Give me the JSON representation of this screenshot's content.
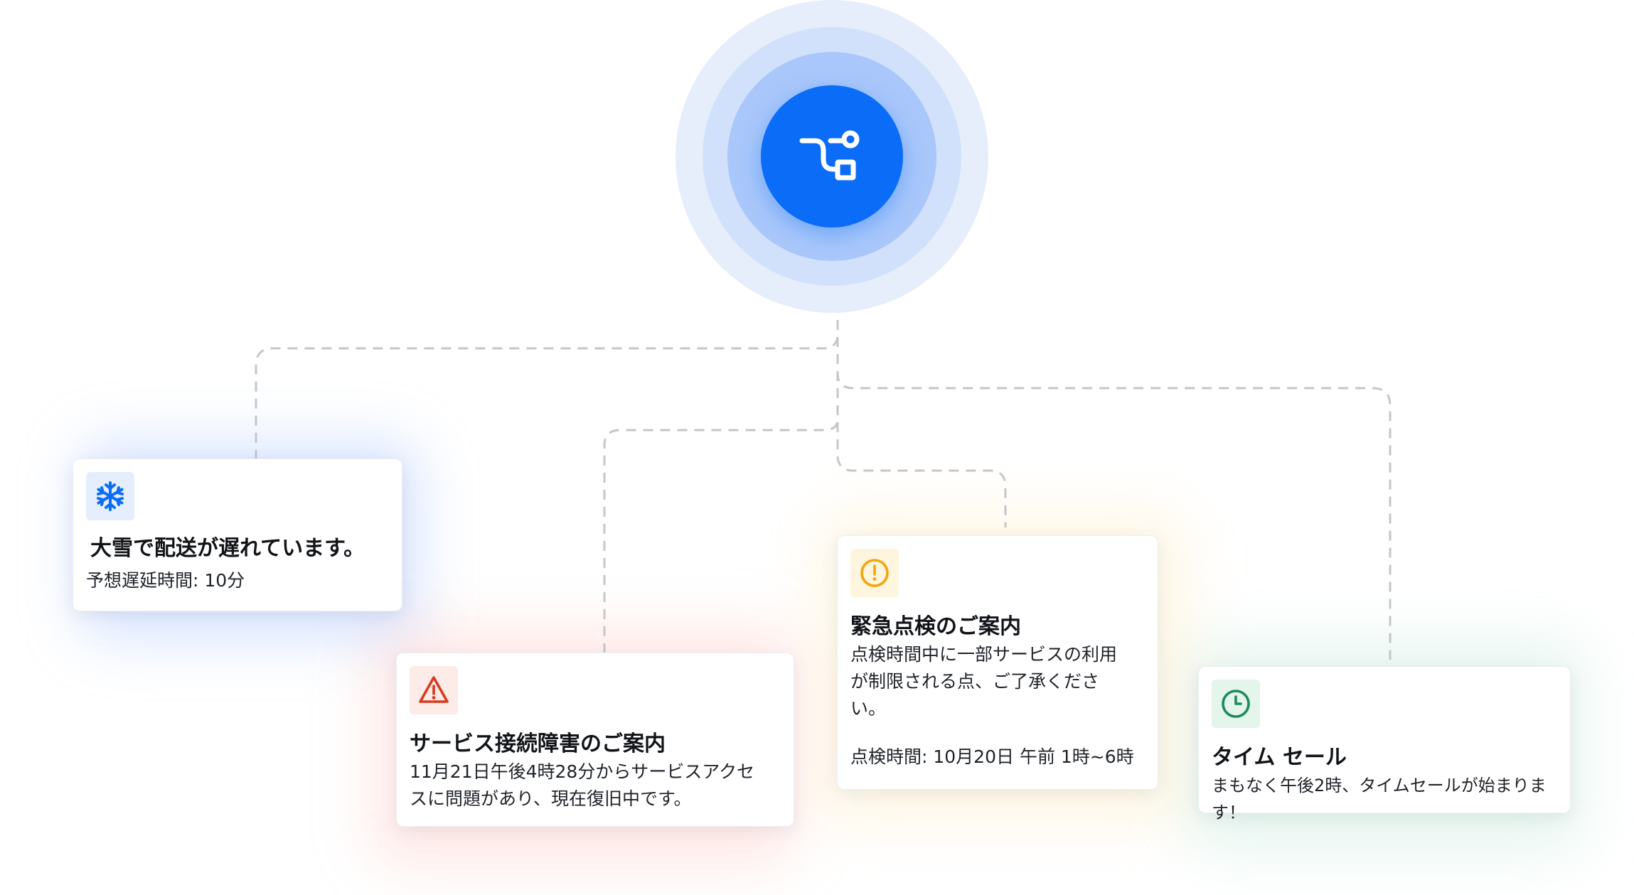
{
  "hub": {
    "icon": "route-icon",
    "color": "#0a6cf7"
  },
  "cards": [
    {
      "icon": "snowflake-icon",
      "accent": "#0a6cf7",
      "title": "大雪で配送が遅れています。",
      "lines": [
        "予想遅延時間: 10分"
      ]
    },
    {
      "icon": "warning-icon",
      "accent": "#d93a1f",
      "title": "サービス接続障害のご案内",
      "lines": [
        "11月21日午後4時28分からサービスアクセ",
        "スに問題があり、現在復旧中です。"
      ]
    },
    {
      "icon": "alert-circle-icon",
      "accent": "#f0a70a",
      "title": "緊急点検のご案内",
      "lines": [
        "点検時間中に一部サービスの利用",
        "が制限される点、ご了承くださ",
        "い。",
        "",
        "点検時間: 10月20日 午前 1時~6時"
      ]
    },
    {
      "icon": "clock-icon",
      "accent": "#1d8a5b",
      "title": "タイム セール",
      "lines": [
        "まもなく午後2時、タイムセールが始まります！"
      ]
    }
  ]
}
